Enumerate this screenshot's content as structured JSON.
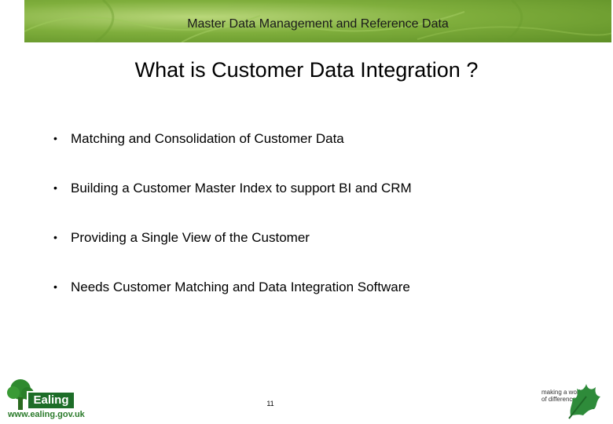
{
  "header": {
    "title": "Master Data Management and Reference Data"
  },
  "slide": {
    "title": "What is Customer Data Integration ?",
    "bullets": [
      "Matching and Consolidation of Customer Data",
      "Building a Customer Master Index to support BI and CRM",
      "Providing a Single View of the Customer",
      "Needs Customer Matching and Data Integration Software"
    ],
    "bullet_char": "•"
  },
  "footer": {
    "logo_name": "Ealing",
    "logo_url": "www.ealing.gov.uk",
    "page_number": "11",
    "motto_lines": [
      "making a world",
      "of difference"
    ]
  },
  "colors": {
    "header_green": "#7fae3c",
    "logo_green": "#1d6d28"
  },
  "icons": {
    "logo": "tree-icon",
    "leaf": "oak-leaf-icon"
  }
}
